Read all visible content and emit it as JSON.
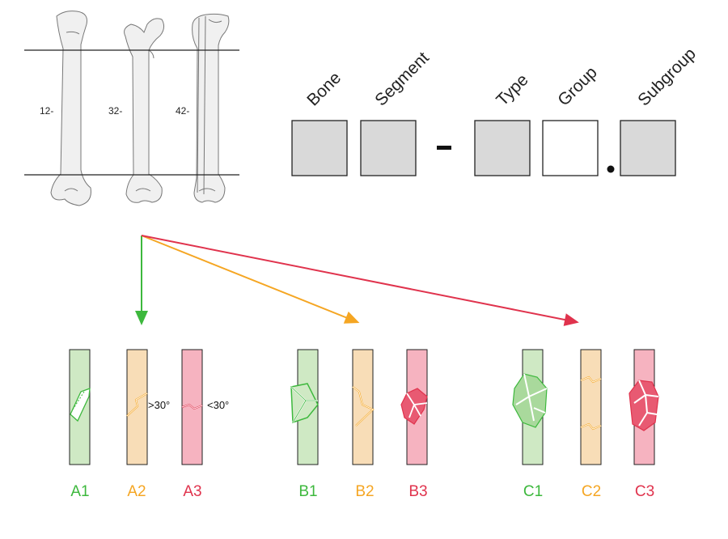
{
  "bones": {
    "labels": [
      "12-",
      "32-",
      "42-"
    ]
  },
  "code": {
    "headers": [
      "Bone",
      "Segment",
      "Type",
      "Group",
      "Subgroup"
    ],
    "dash": "–"
  },
  "fractures": {
    "groups": [
      {
        "name": "A",
        "items": [
          {
            "label": "A1",
            "color": "#3db83d"
          },
          {
            "label": "A2",
            "color": "#f5a623"
          },
          {
            "label": "A3",
            "color": "#e0334d"
          }
        ],
        "angles": [
          ">30°",
          "<30°"
        ]
      },
      {
        "name": "B",
        "items": [
          {
            "label": "B1",
            "color": "#3db83d"
          },
          {
            "label": "B2",
            "color": "#f5a623"
          },
          {
            "label": "B3",
            "color": "#e0334d"
          }
        ]
      },
      {
        "name": "C",
        "items": [
          {
            "label": "C1",
            "color": "#3db83d"
          },
          {
            "label": "C2",
            "color": "#f5a623"
          },
          {
            "label": "C3",
            "color": "#e0334d"
          }
        ]
      }
    ]
  },
  "colors": {
    "green": "#3db83d",
    "orange": "#f5a623",
    "red": "#e0334d",
    "green_fill": "#cfe9c4",
    "orange_fill": "#f8ddb7",
    "red_fill": "#f6b3c0",
    "box_fill": "#d9d9d9",
    "bone_fill": "#f0f0f0"
  }
}
